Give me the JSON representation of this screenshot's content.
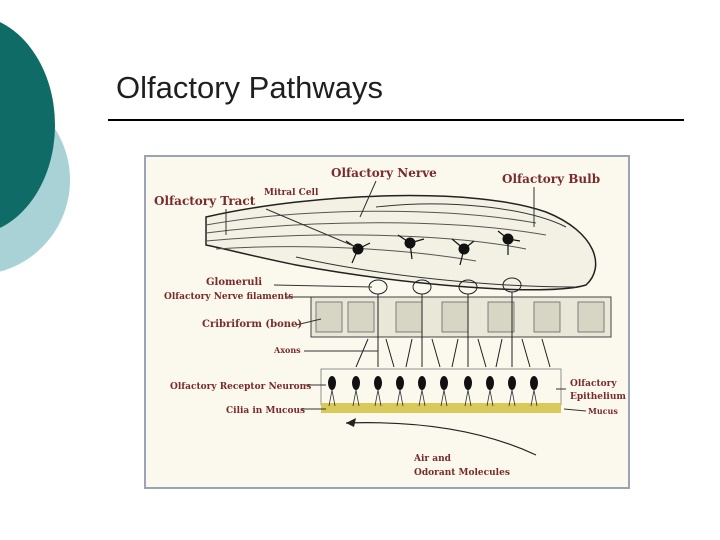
{
  "slide": {
    "title": "Olfactory Pathways"
  },
  "colors": {
    "teal_dark": "#0f6b66",
    "teal_light": "#a8d2d6",
    "label": "#7a2a2a",
    "frame": "#9aa3b8",
    "mucus": "#d8c95a"
  },
  "diagram": {
    "labels": {
      "olfactory_nerve": "Olfactory Nerve",
      "olfactory_bulb": "Olfactory Bulb",
      "olfactory_tract": "Olfactory Tract",
      "mitral_cell": "Mitral Cell",
      "glomeruli": "Glomeruli",
      "nerve_filaments": "Olfactory Nerve filaments",
      "cribriform": "Cribriform (bone)",
      "axons": "Axons",
      "receptor_neurons": "Olfactory Receptor Neurons",
      "cilia": "Cilia in Mucous",
      "epithelium_1": "Olfactory",
      "epithelium_2": "Epithelium",
      "mucus": "Mucus",
      "air_1": "Air and",
      "air_2": "Odorant Molecules"
    }
  }
}
